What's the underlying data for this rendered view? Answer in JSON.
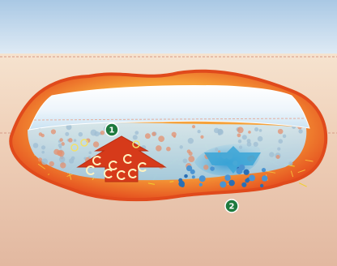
{
  "diagram": {
    "markers": [
      {
        "id": "marker-1",
        "label": "1"
      },
      {
        "id": "marker-2",
        "label": "2"
      }
    ],
    "colors": {
      "sky": "#cfe0ef",
      "skin_surface": "#f3dcc3",
      "dermis": "#e7bfa6",
      "wound_rim": "#e84a1e",
      "wound_bed": "#f6a23a",
      "dressing": "#f4f9fd",
      "exudate": "#bcdcf0",
      "marker": "#1e7a3e",
      "arrow": "#d63a1a",
      "fluid_arrow": "#3ba5d6",
      "fibers": "#f0d02a"
    }
  }
}
